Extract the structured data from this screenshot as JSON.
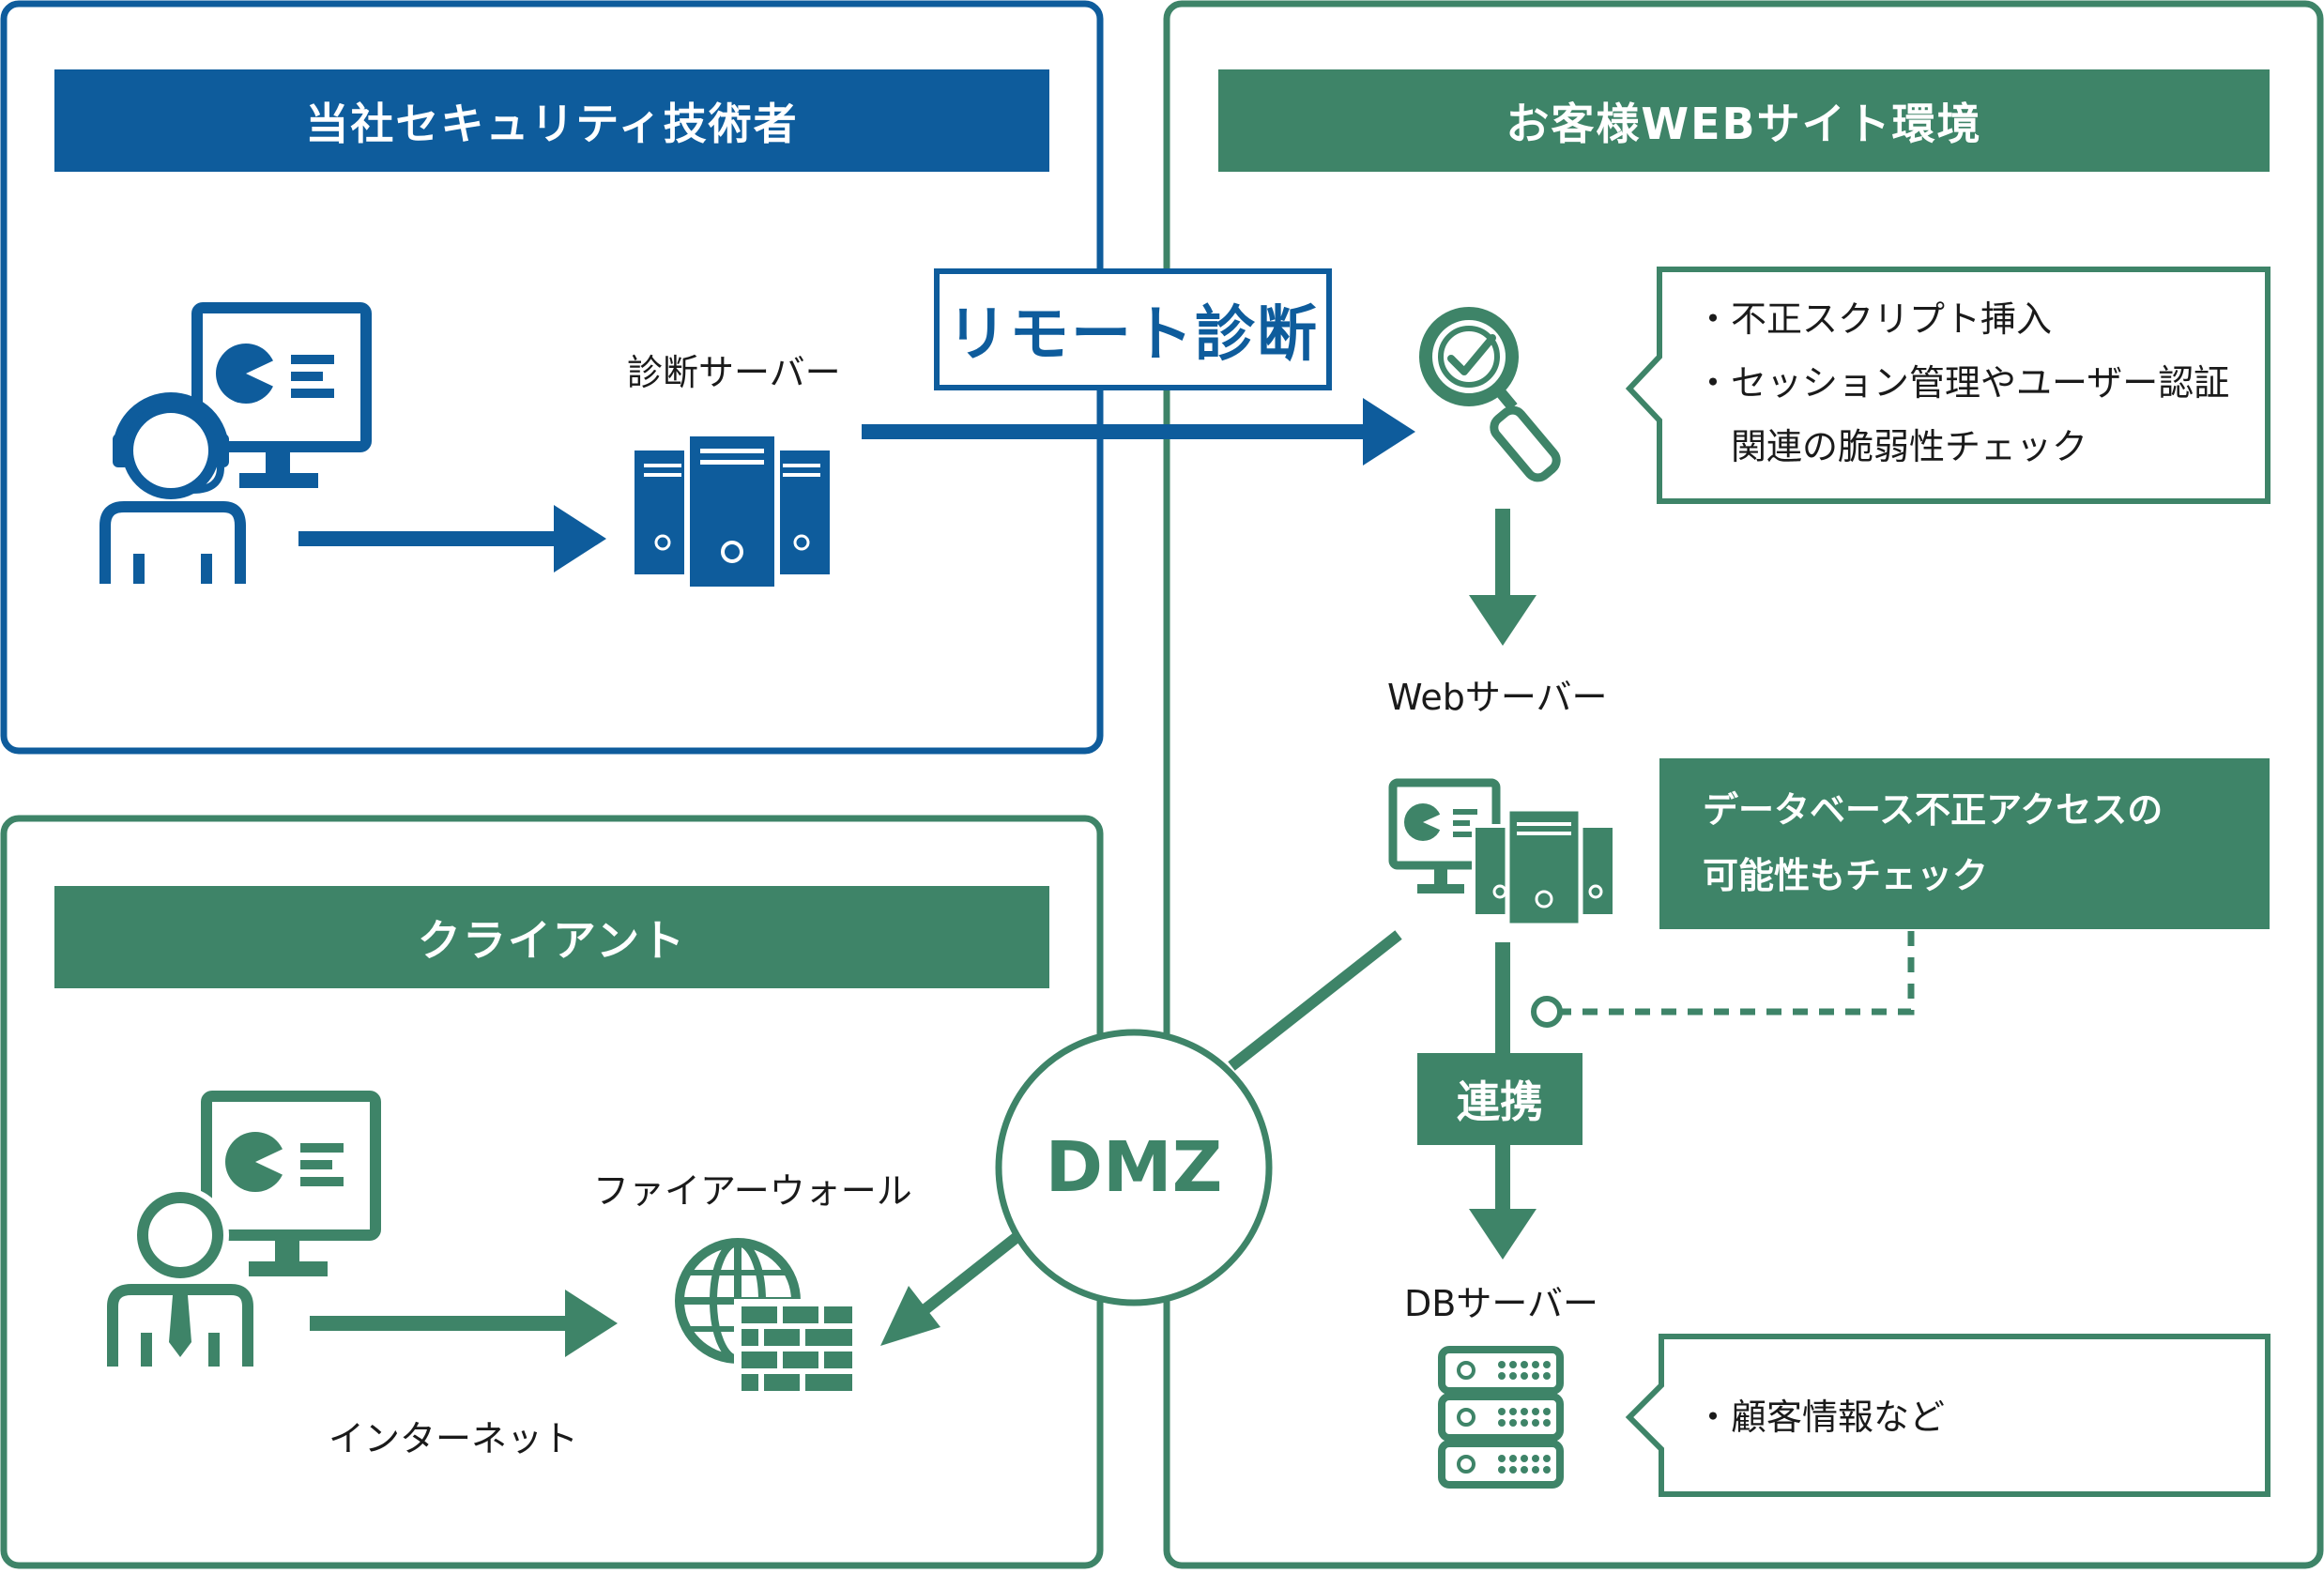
{
  "colors": {
    "blue": "#0e5c9c",
    "green": "#3e8468",
    "white": "#ffffff",
    "text": "#1a1a1a"
  },
  "panels": {
    "security": {
      "title": "当社セキュリティ技術者"
    },
    "client": {
      "title": "クライアント"
    },
    "customer": {
      "title": "お客様WEBサイト環境"
    }
  },
  "nodes": {
    "diag_server": "診断サーバー",
    "firewall": "ファイアーウォール",
    "internet": "インターネット",
    "web_server": "Webサーバー",
    "db_server": "DBサーバー"
  },
  "labels": {
    "remote": "リモート診断",
    "dmz": "DMZ",
    "renkei": "連携"
  },
  "callouts": {
    "scan": [
      "・不正スクリプト挿入",
      "・セッション管理やユーザー認証",
      "　関連の脆弱性チェック"
    ],
    "db_access": [
      "データベース不正アクセスの",
      "可能性もチェック"
    ],
    "db": [
      "・顧客情報など"
    ]
  },
  "icons": [
    "monitor-icon",
    "headset-operator-icon",
    "server-tower-icon",
    "magnifier-check-icon",
    "business-person-icon",
    "firewall-globe-icon",
    "rack-server-icon"
  ]
}
